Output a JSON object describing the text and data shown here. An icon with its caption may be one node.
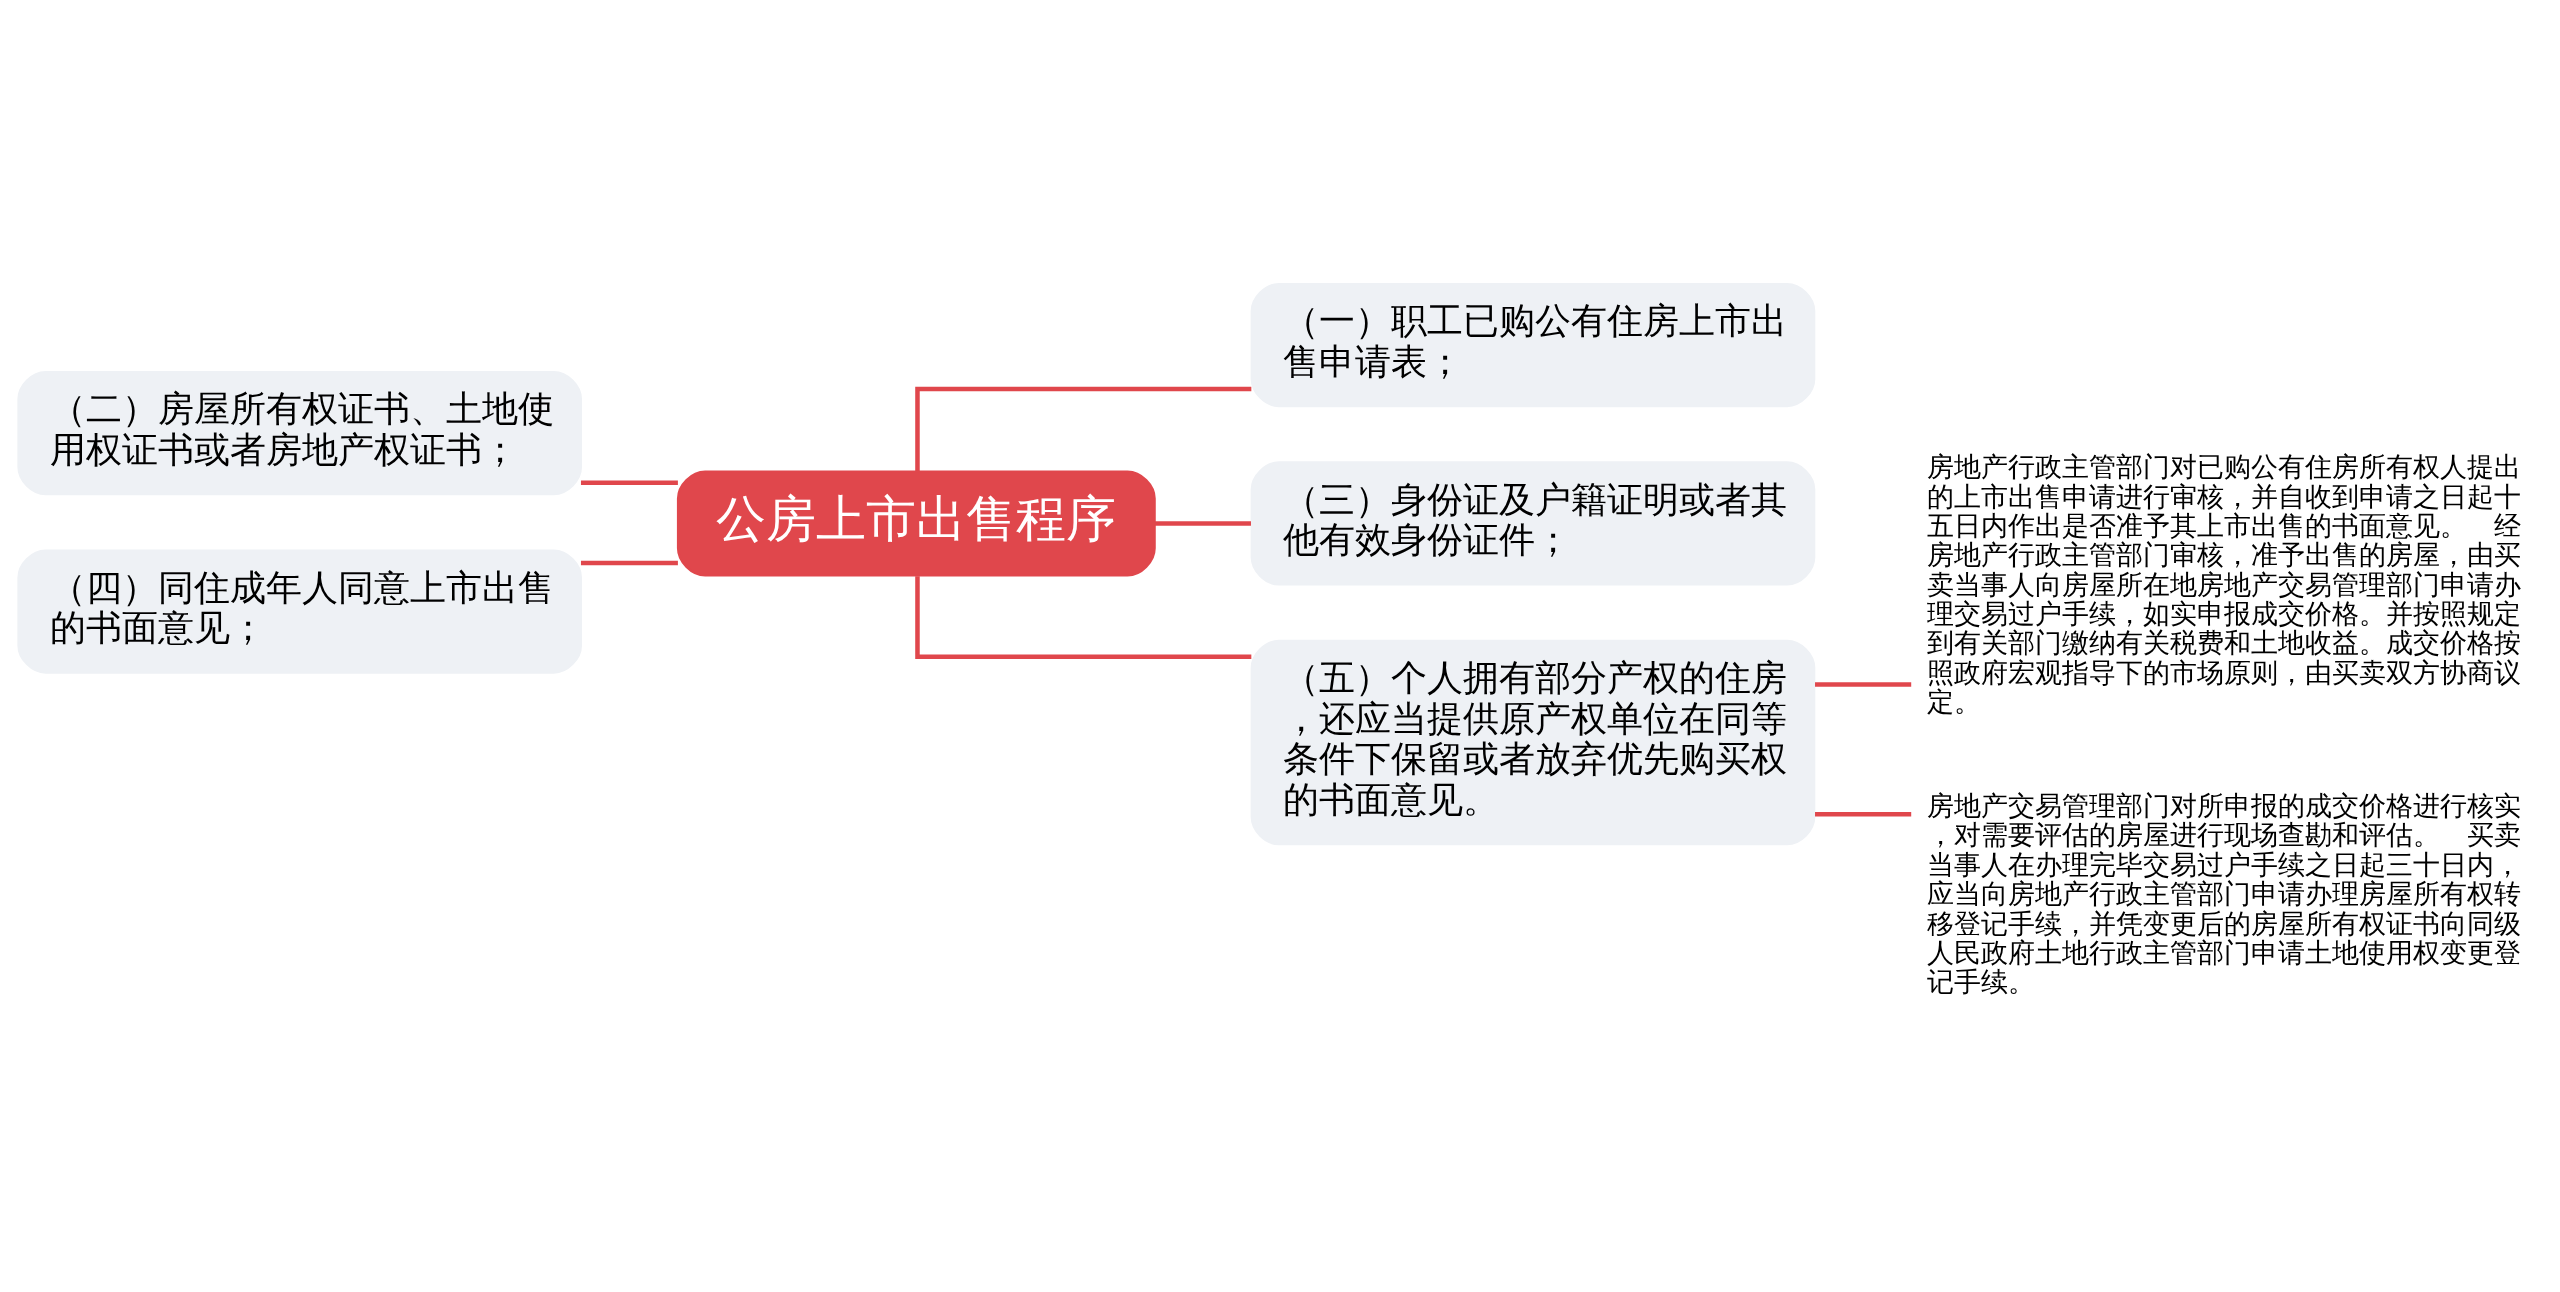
{
  "diagram": {
    "nodes": [
      {
        "text": [
          "公房上市出售程序"
        ]
      },
      {
        "text": [
          "（一）职工已购公有住房上市出售申请表；"
        ]
      },
      {
        "text": [
          "（三）身份证及户籍证明或者其他有效身份证件；"
        ]
      },
      {
        "text": [
          "（五）个人拥有部分产权的住房，还应当提供原产权单位在同等条件下保留或者放弃优先购买权的书面意见。"
        ]
      },
      {
        "text": [
          "房地产行政主管部门对已购公有住房所有权人提出的上市出售申请进行审核，并自收到申请之日起十五日内作出是否准予其上市出售的书面意见。　经房地产行政主管部门审核，准予出售的房屋，由买卖当事人向房屋所在地房地产交易管理部门申请办理交易过户手续，如实申报成交价格。并按照规定到有关部门缴纳有关税费和土地收益。成交价格按照政府宏观指导下的市场原则，由买卖双方协商议定。"
        ]
      },
      {
        "text": [
          "房地产交易管理部门对所申报的成交价格进行核实，对需要评估的房屋进行现场查勘和评估。　买卖当事人在办理完毕交易过户手续之日起三十日内，应当向房地产行政主管部门申请办理房屋所有权转移登记手续，并凭变更后的房屋所有权证书向同级人民政府土地行政主管部门申请土地使用权变更登记手续。"
        ]
      },
      {
        "text": [
          "（二）房屋所有权证书、土地使用权证书或者房地产权证书；"
        ]
      },
      {
        "text": [
          "（四）同住成年人同意上市出售的书面意见；"
        ]
      }
    ],
    "edges": [
      {
        "from": 0,
        "to": 1,
        "arrow": "none"
      },
      {
        "from": 0,
        "to": 2,
        "arrow": "none"
      },
      {
        "from": 0,
        "to": 3,
        "arrow": "none"
      },
      {
        "from": 3,
        "to": 4,
        "arrow": "none"
      },
      {
        "from": 3,
        "to": 5,
        "arrow": "none"
      },
      {
        "from": 0,
        "to": 6,
        "arrow": "none"
      },
      {
        "from": 0,
        "to": 7,
        "arrow": "none"
      }
    ]
  }
}
